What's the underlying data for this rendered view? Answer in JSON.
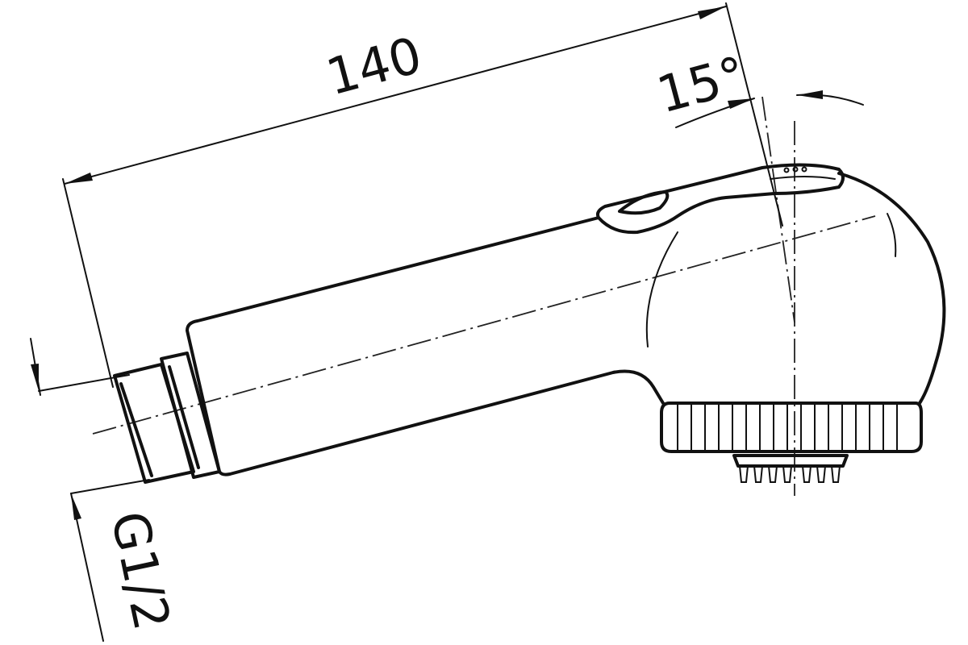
{
  "drawing": {
    "dimensions": {
      "length": "140",
      "angle": "15°",
      "thread": "G1/2"
    },
    "colors": {
      "line": "#111111",
      "background": "#ffffff"
    }
  }
}
